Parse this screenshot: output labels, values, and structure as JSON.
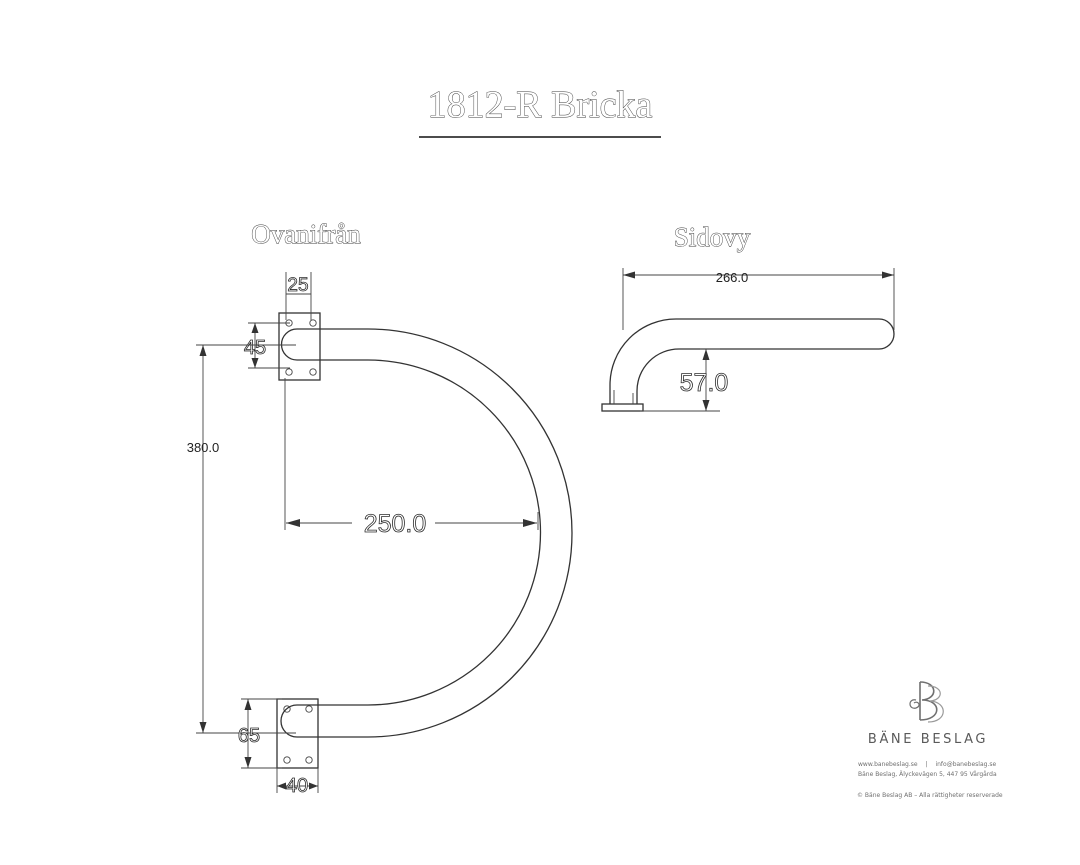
{
  "title": "1812-R Bricka",
  "views": {
    "top": {
      "label": "Ovanifrån",
      "dims": {
        "plate_width_top": "25",
        "plate_hole_spacing": "45",
        "center_distance": "380.0",
        "depth": "250.0",
        "plate_height_bottom": "65",
        "plate_width_bottom": "40"
      }
    },
    "side": {
      "label": "Sidovy",
      "dims": {
        "length": "266.0",
        "height": "57.0"
      }
    }
  },
  "brand": {
    "logo_icon": "bb-monogram-icon",
    "name": "BÄNE BESLAG",
    "contact_web": "www.banebeslag.se",
    "contact_sep": "|",
    "contact_email": "info@banebeslag.se",
    "address": "Bäne Beslag, Älyckevägen 5, 447 95 Vårgårda",
    "copyright": "© Bäne Beslag AB – Alla rättigheter reserverade"
  },
  "colors": {
    "line": "#333333",
    "text": "#3c3c3c"
  }
}
